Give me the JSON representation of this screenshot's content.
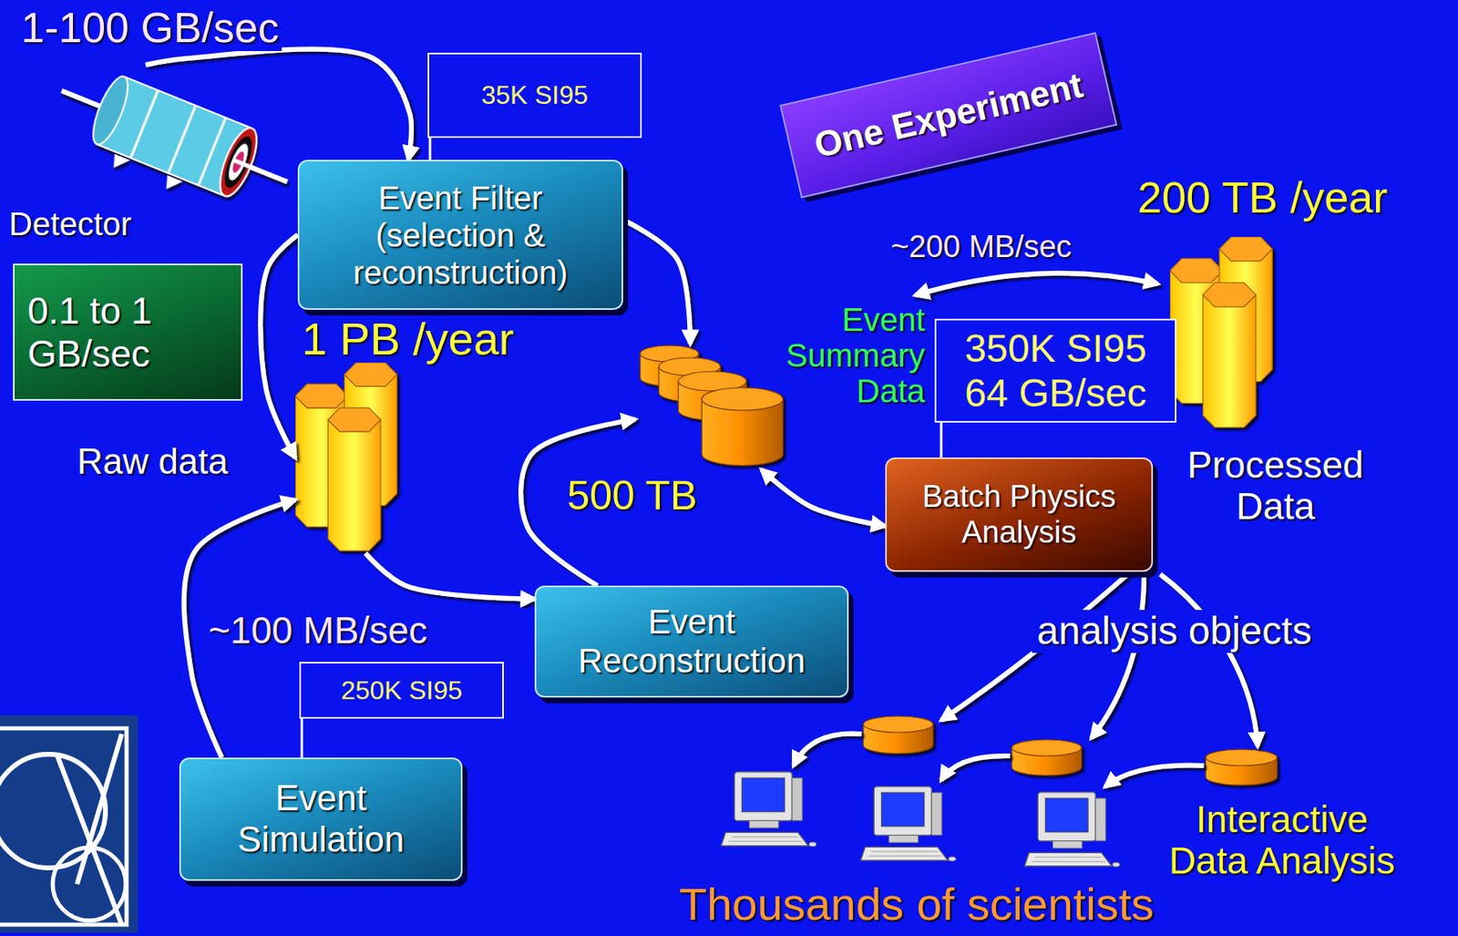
{
  "diagram": {
    "nodes": [
      {
        "text": [
          "Detector"
        ]
      },
      {
        "text": [
          "35K SI95"
        ]
      },
      {
        "text": [
          "Event Filter (selection & reconstruction)"
        ]
      },
      {
        "text": [
          "One Experiment"
        ]
      },
      {
        "text": [
          "0.1 to 1 GB/sec"
        ]
      },
      {
        "text": [
          "1 PB /year"
        ]
      },
      {
        "text": [
          "500 TB"
        ]
      },
      {
        "text": [
          "200 TB /year",
          "Processed Data"
        ]
      },
      {
        "text": [
          "350K SI95 64 GB/sec"
        ]
      },
      {
        "text": [
          "Batch Physics Analysis"
        ]
      },
      {
        "text": [
          "Event Reconstruction"
        ]
      },
      {
        "text": [
          "250K SI95"
        ]
      },
      {
        "text": [
          "Event Simulation"
        ]
      }
    ],
    "edges": [
      {
        "from": 0,
        "to": 2,
        "arrow": "to",
        "label": "1-100 GB/sec"
      },
      {
        "from": 2,
        "to": 5,
        "arrow": "to",
        "label": "Raw data"
      },
      {
        "from": 2,
        "to": 6,
        "arrow": "to"
      },
      {
        "from": 12,
        "to": 5,
        "arrow": "to"
      },
      {
        "from": 5,
        "to": 10,
        "arrow": "to",
        "label": "~100 MB/sec"
      },
      {
        "from": 10,
        "to": 6,
        "arrow": "to"
      },
      {
        "from": 6,
        "to": 9,
        "arrow": "both"
      }
    ],
    "labels": [
      "Event Summary Data",
      "~200 MB/sec",
      "analysis objects",
      "Interactive Data Analysis",
      "Thousands of scientists"
    ]
  }
}
